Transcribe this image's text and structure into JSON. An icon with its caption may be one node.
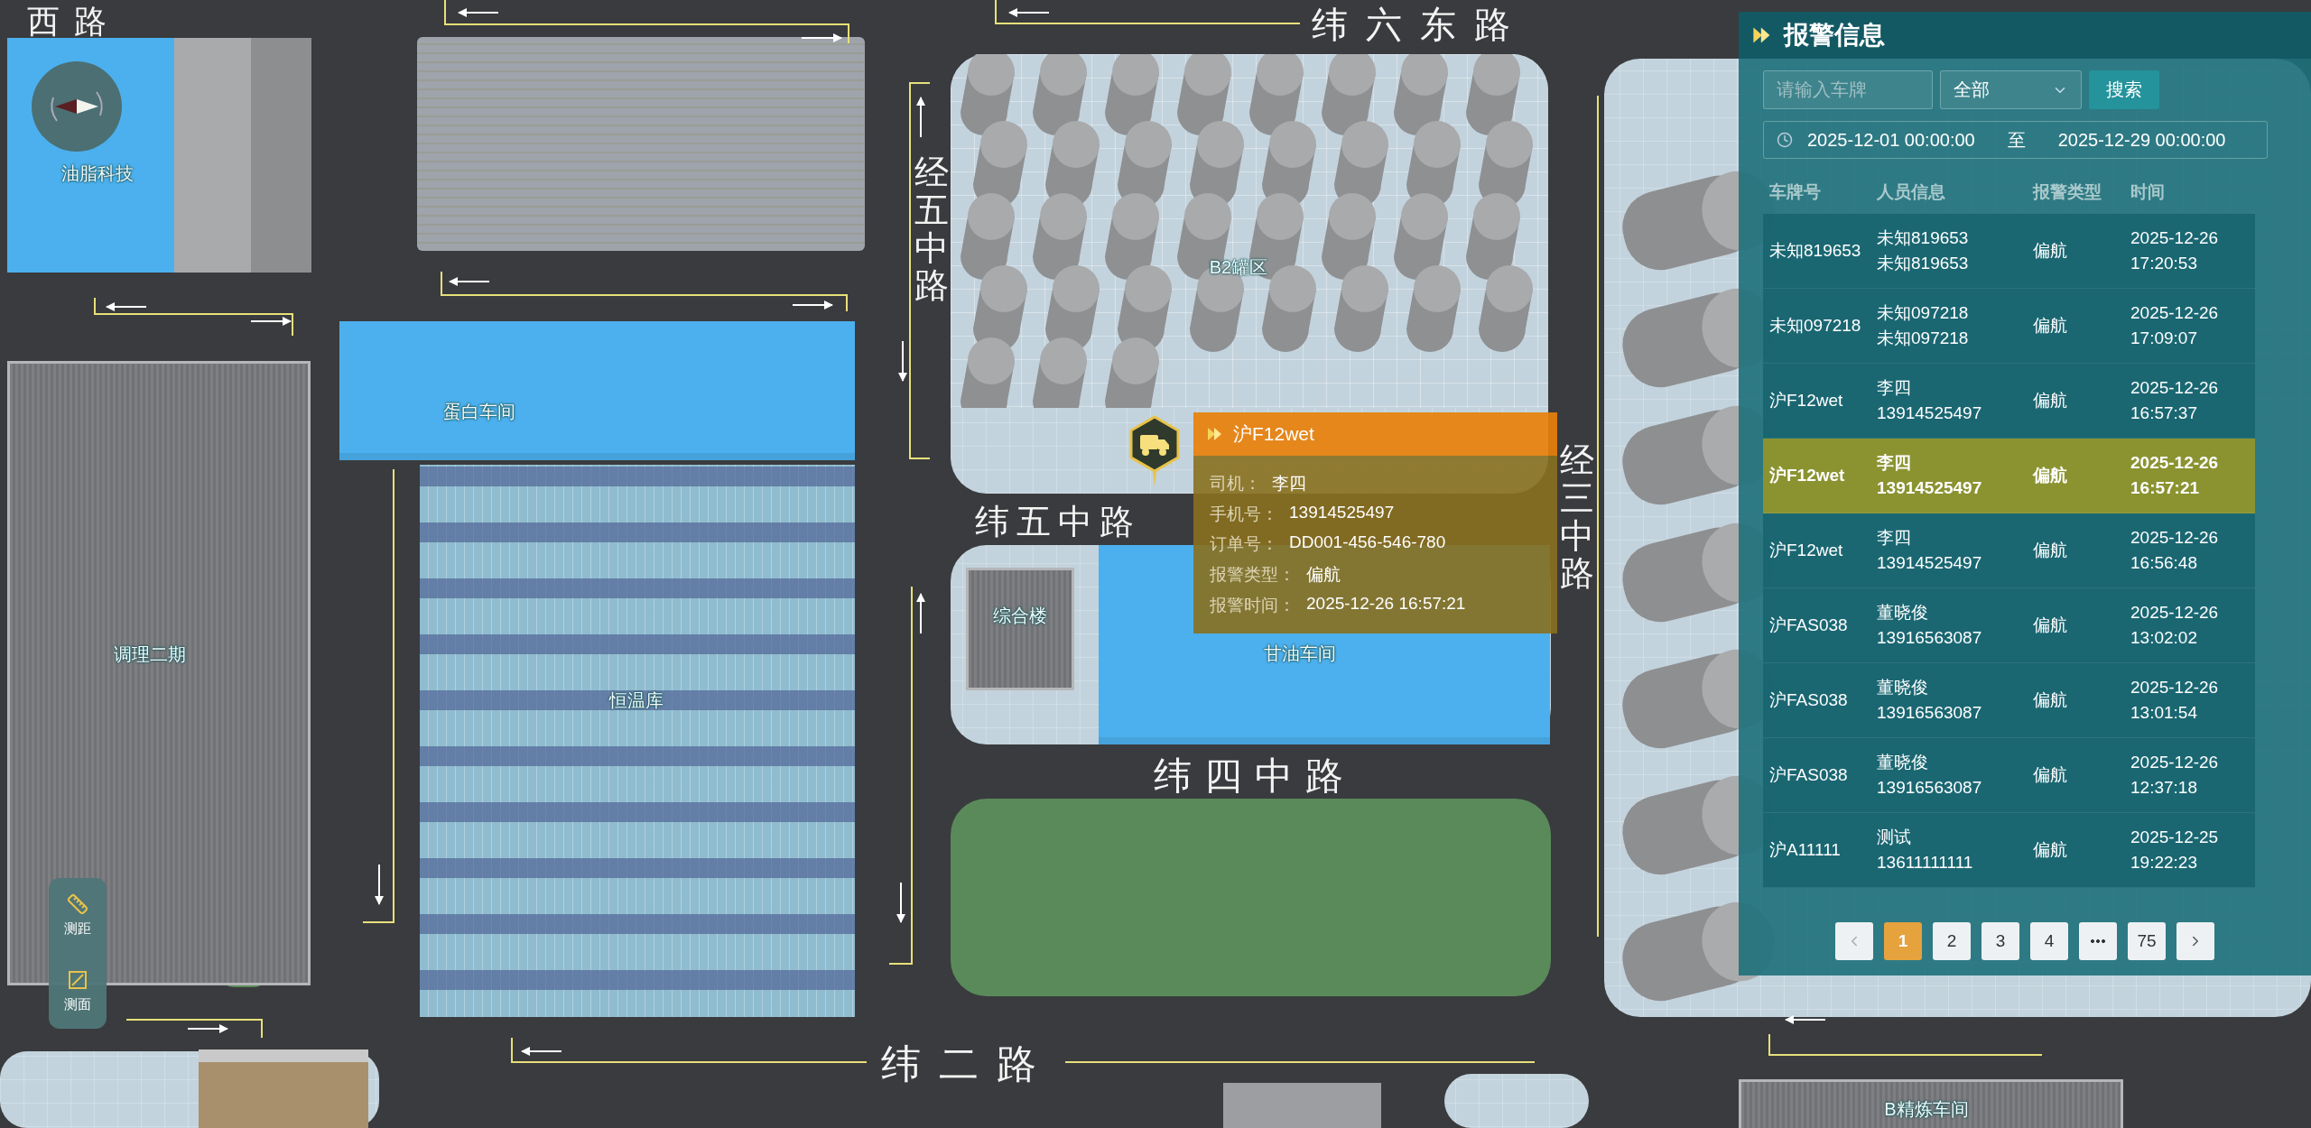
{
  "diagram": {
    "nodes": [
      {
        "text": [
          "油脂科技"
        ]
      },
      {
        "text": [
          "蛋白车间"
        ]
      },
      {
        "text": [
          "B2罐区"
        ]
      },
      {
        "text": [
          "调理二期"
        ]
      },
      {
        "text": [
          "恒温库"
        ]
      },
      {
        "text": [
          "综合楼"
        ]
      },
      {
        "text": [
          "甘油车间"
        ]
      },
      {
        "text": [],
        "shape": "picture"
      },
      {
        "text": [
          "沪F12wet",
          "司机：",
          "李四",
          "手机号：",
          "13914525497",
          "订单号：",
          "DD001-456-546-780",
          "报警类型：",
          "偏航",
          "报警时间：",
          "2025-12-26 16:57:21"
        ]
      },
      {
        "text": [
          "报警信息"
        ]
      },
      {
        "text": [
          "B精炼车间"
        ]
      }
    ],
    "labels": [
      "请输入车牌",
      "全部",
      "搜索",
      "2025-12-01 00:00:00",
      "至",
      "2025-12-29 00:00:00",
      "车牌号",
      "人员信息",
      "报警类型",
      "时间",
      "未知819653",
      "未知819653",
      "未知819653",
      "偏航",
      "2025-12-26 17:20:53",
      "未知097218",
      "未知097218",
      "未知097218",
      "偏航",
      "2025-12-26 17:09:07",
      "沪F12wet",
      "李四",
      "13914525497",
      "偏航",
      "2025-12-26 16:57:37",
      "沪F12wet",
      "李四",
      "13914525497",
      "偏航",
      "2025-12-26 16:57:21",
      "沪F12wet",
      "李四",
      "13914525497",
      "偏航",
      "2025-12-26 16:56:48",
      "沪FAS038",
      "董晓俊",
      "13916563087",
      "偏航",
      "2025-12-26 13:02:02",
      "沪FAS038",
      "董晓俊",
      "13916563087",
      "偏航",
      "2025-12-26 13:01:54",
      "沪FAS038",
      "董晓俊",
      "13916563087",
      "偏航",
      "2025-12-26 12:37:18",
      "沪A11111",
      "测试",
      "13611111111",
      "偏航",
      "2025-12-25 19:22:23",
      "1",
      "2",
      "3",
      "4",
      "75",
      "测距",
      "测面",
      "西路",
      "纬六东路",
      "经五中路",
      "纬五中路",
      "经三中路",
      "纬四中路",
      "纬二路"
    ]
  }
}
